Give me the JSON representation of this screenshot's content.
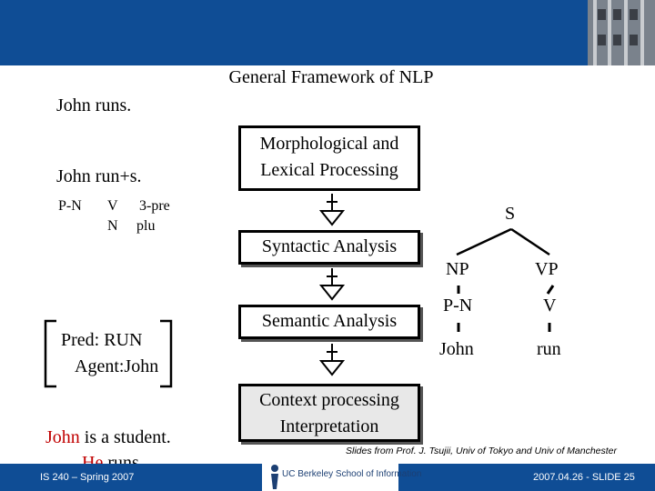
{
  "title": "General Framework of NLP",
  "left": {
    "sentence": "John runs.",
    "morph": "John run+s.",
    "tags": {
      "pn": "P-N",
      "v": "V",
      "third": "3-pre",
      "n": "N",
      "plu": "plu"
    },
    "semantics": {
      "pred": "Pred: RUN",
      "agent": "Agent:John"
    },
    "context": {
      "john": "John",
      "rest1": " is a student.",
      "he": "He",
      "rest2": " runs."
    }
  },
  "stages": [
    {
      "label": "Morphological and Lexical Processing",
      "line1": "Morphological and",
      "line2": "Lexical Processing"
    },
    {
      "label": "Syntactic Analysis"
    },
    {
      "label": "Semantic Analysis"
    },
    {
      "label": "Context processing Interpretation",
      "line1": "Context processing",
      "line2": "Interpretation"
    }
  ],
  "tree": {
    "s": "S",
    "np": "NP",
    "vp": "VP",
    "pn": "P-N",
    "v": "V",
    "john": "John",
    "run": "run"
  },
  "credit": "Slides from Prof. J. Tsujii, Univ of Tokyo and Univ of Manchester",
  "footer": {
    "course": "IS 240 – Spring 2007",
    "school": "UC Berkeley School of Information",
    "slide": "2007.04.26 - SLIDE 25"
  },
  "colors": {
    "header_bar": "#0f4d95",
    "highlight": "#c00000",
    "box_fill_last": "#e8e8e8"
  }
}
